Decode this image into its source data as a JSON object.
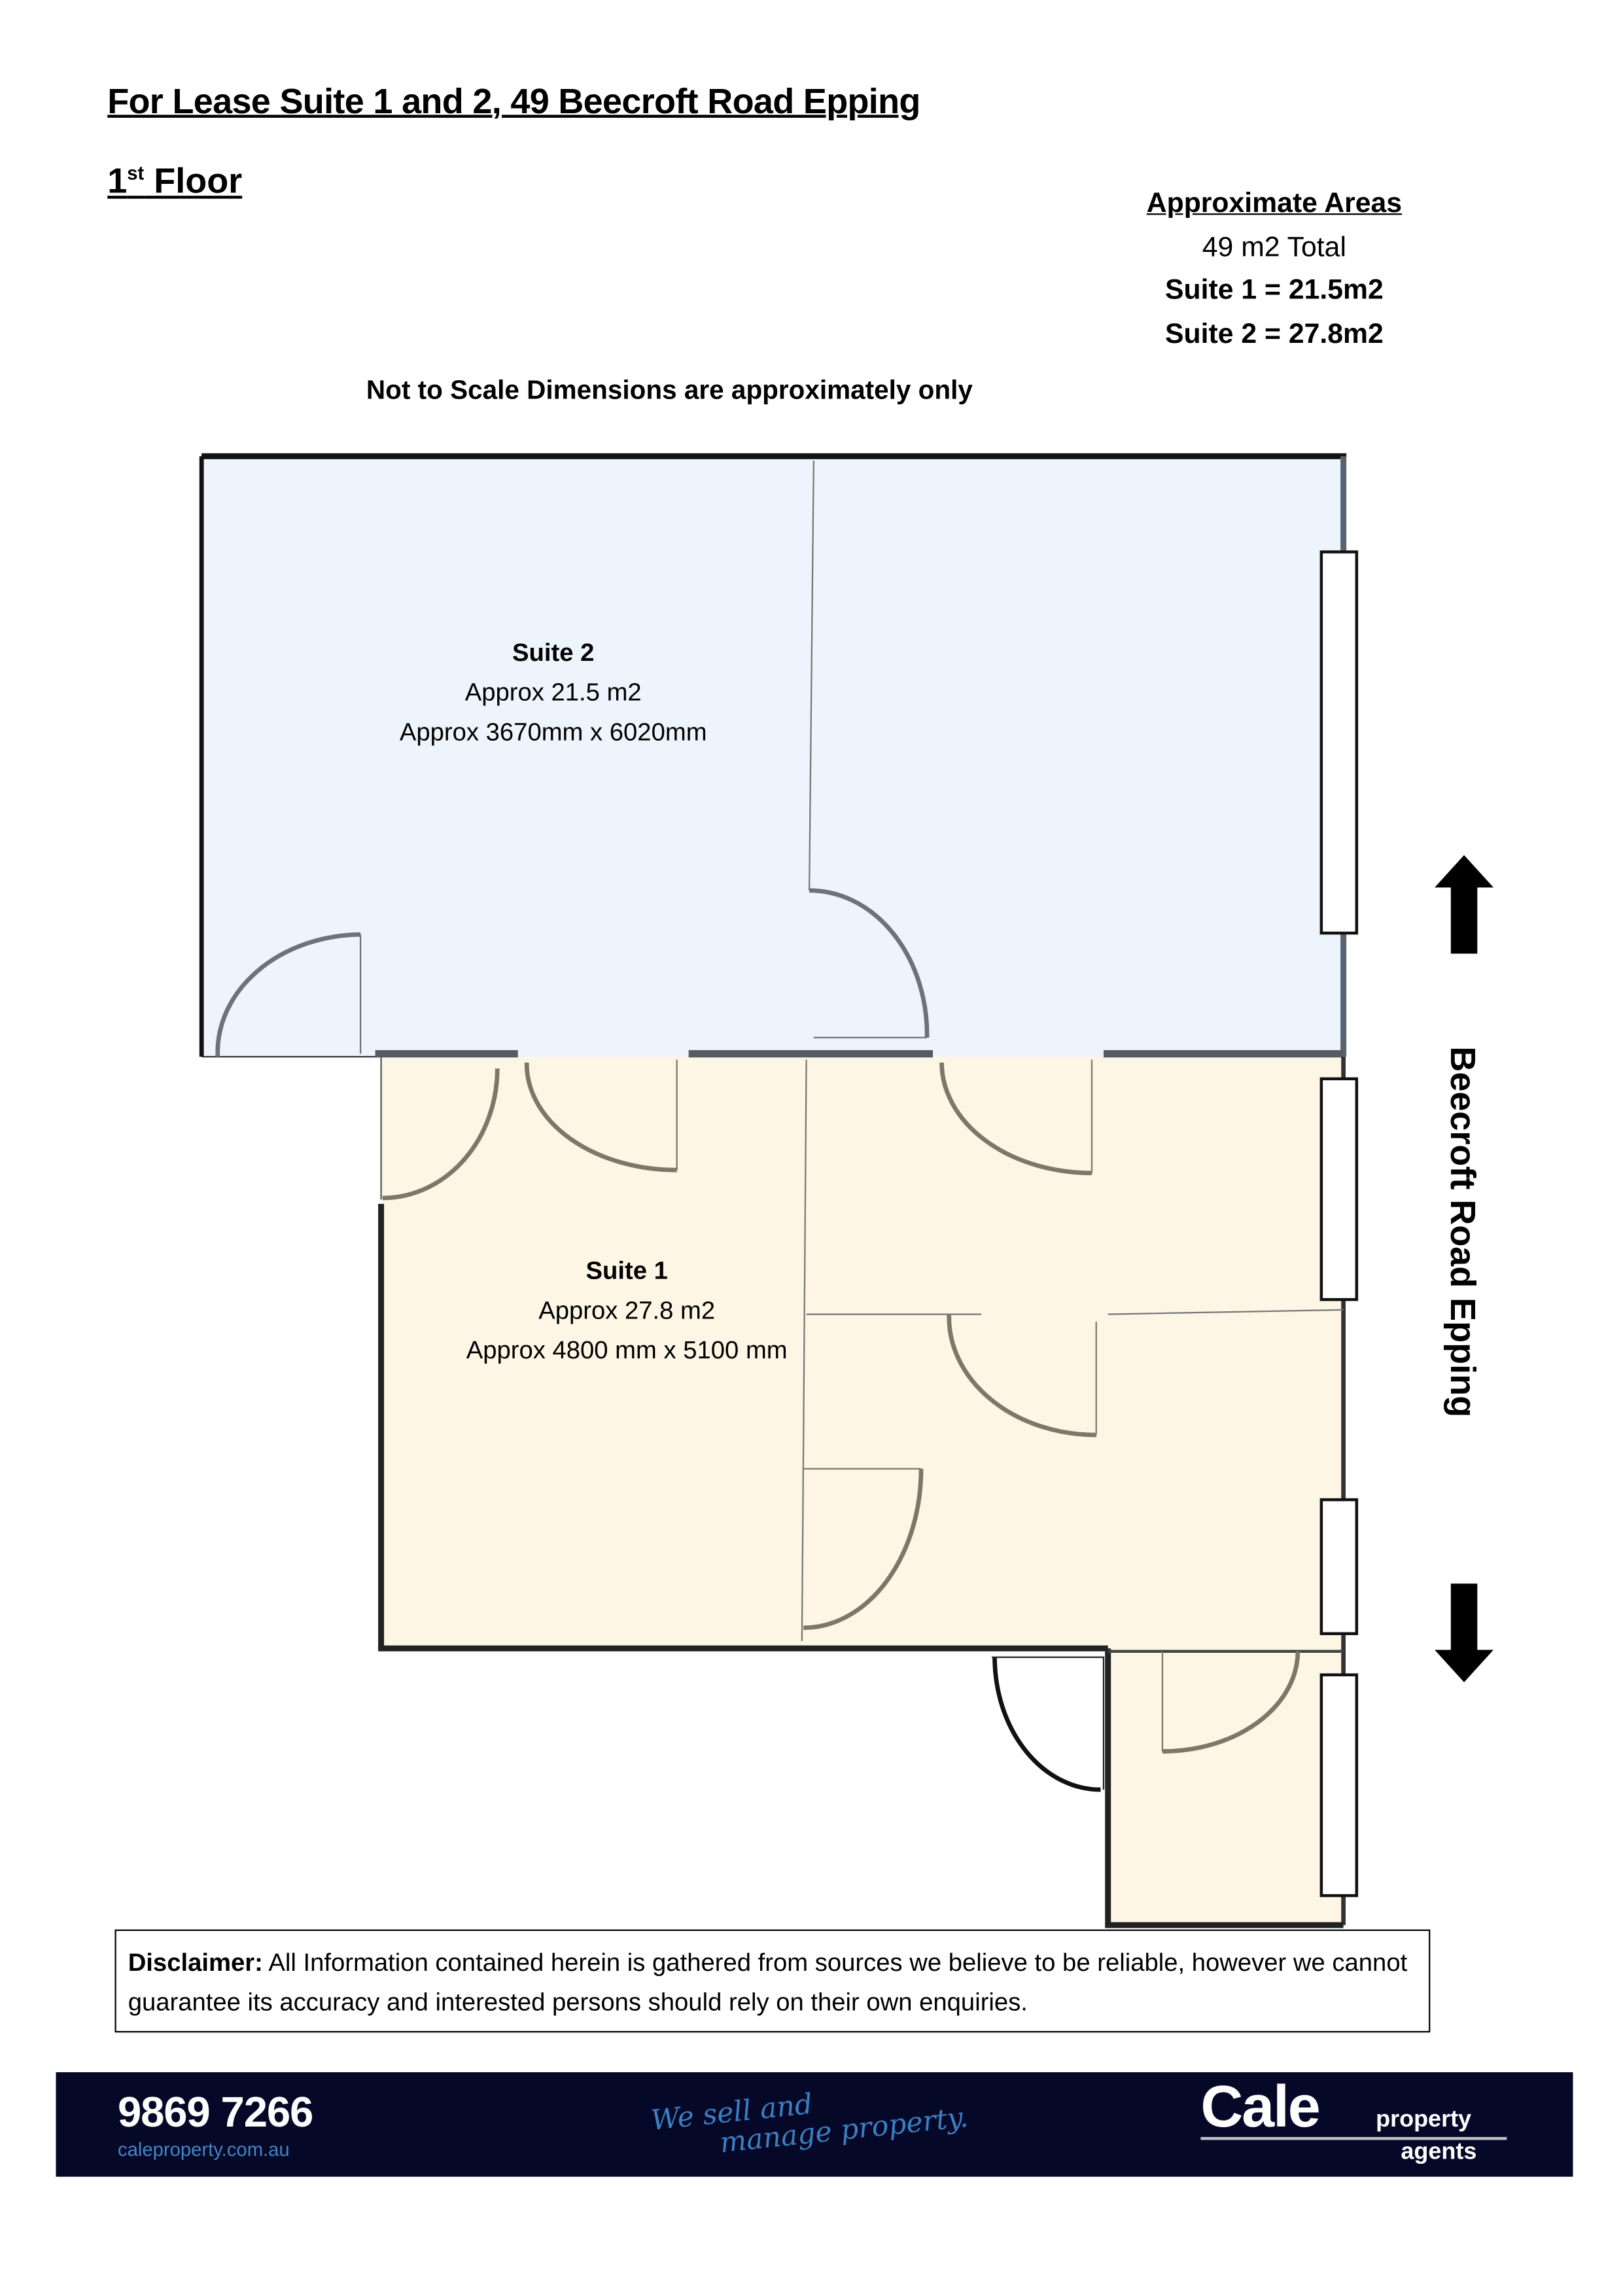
{
  "header": {
    "title": "For Lease Suite 1 and 2, 49 Beecroft Road Epping",
    "floor_num": "1",
    "floor_sup": "st",
    "floor_word": " Floor"
  },
  "areas": {
    "heading": "Approximate Areas",
    "total": "49 m2 Total",
    "suite1": "Suite 1 = 21.5m2",
    "suite2": "Suite 2 = 27.8m2"
  },
  "note": "Not to Scale Dimensions are approximately only",
  "plan": {
    "suite2": {
      "name": "Suite 2",
      "area": "Approx 21.5 m2",
      "dims": "Approx 3670mm x 6020mm",
      "color": "#edf4fb"
    },
    "suite1": {
      "name": "Suite 1",
      "area": "Approx 27.8 m2",
      "dims": "Approx 4800 mm x 5100 mm",
      "color": "#fdf6e5"
    },
    "road": "Beecroft Road Epping"
  },
  "disclaimer": {
    "label": "Disclaimer:",
    "text": " All Information contained herein is gathered from sources we believe to be reliable, however we cannot guarantee its accuracy and interested persons should rely on their own enquiries."
  },
  "footer": {
    "phone": "9869 7266",
    "website": "caleproperty.com.au",
    "slogan_line1": "We sell and",
    "slogan_line2": "manage property.",
    "brand": "Cale",
    "brand_sub1": "property",
    "brand_sub2": "agents",
    "bg_color": "#060828"
  }
}
